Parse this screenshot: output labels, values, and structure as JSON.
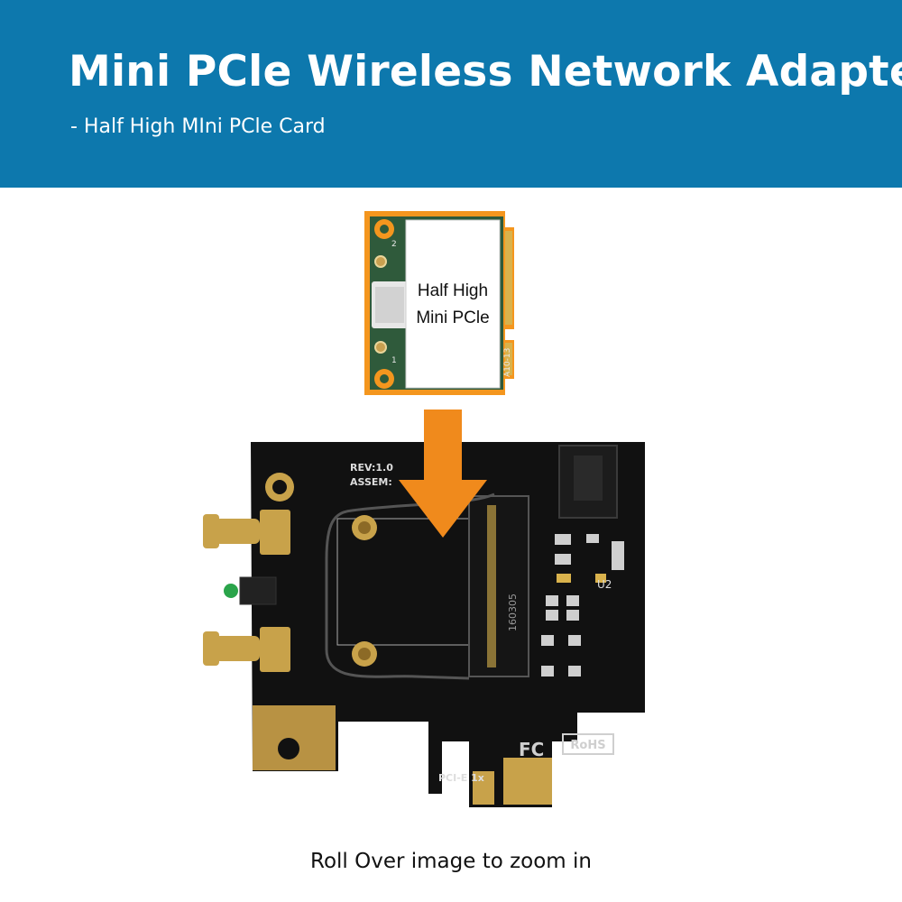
{
  "header": {
    "title": "Mini PCle Wireless Network Adapter",
    "subtitle": "- Half High MIni PCle Card"
  },
  "mini_card": {
    "label_line1": "Half High",
    "label_line2": "Mini PCle",
    "edge_code": "A10-13",
    "antenna_marks": [
      "2",
      "1"
    ]
  },
  "adapter": {
    "rev": "REV:1.0",
    "assem": "ASSEM:",
    "slot_code": "160305",
    "chip": "U2",
    "fc": "FC",
    "rohs": "RoHS",
    "bus": "PCI-E 1x"
  },
  "footer": {
    "caption": "Roll Over image to zoom in"
  },
  "colors": {
    "banner": "#0d78ad",
    "arrow": "#f08a1c",
    "card_border": "#f4961e",
    "card_pcb": "#2f5a3b",
    "board": "#111111",
    "gold": "#c8a24a"
  }
}
